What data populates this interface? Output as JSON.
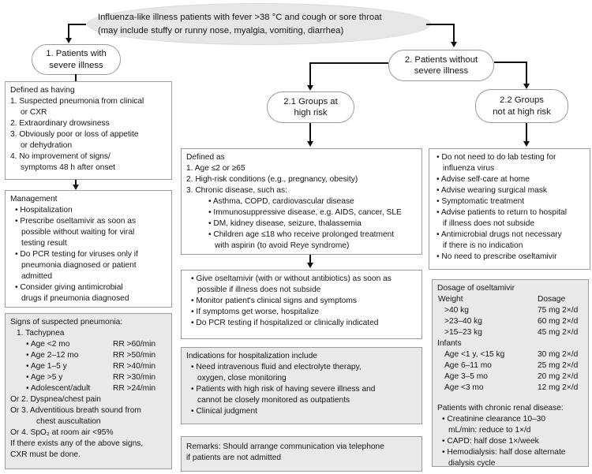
{
  "colors": {
    "box_gray": "#e9e9e9",
    "ellipse_gray": "#e6e6e6",
    "box_border": "#9c9c9c",
    "arrow": "#111111"
  },
  "nodes": {
    "root": {
      "line1": "Influenza-like illness patients with fever >38 °C and cough or sore throat",
      "line2": "(may include stuffy or runny nose, myalgia, vomiting, diarrhea)"
    },
    "severe": {
      "line1": "1. Patients with",
      "line2": "severe illness"
    },
    "not_severe": {
      "line1": "2. Patients without",
      "line2": "severe illness"
    },
    "high_risk": {
      "line1": "2.1  Groups at",
      "line2": "high risk"
    },
    "not_high_risk": {
      "line1": "2.2  Groups",
      "line2": "not at high risk"
    }
  },
  "boxes": {
    "severe_definition": {
      "items": [
        {
          "c": "t",
          "t": "Defined as having"
        },
        {
          "c": "n",
          "t": "1. Suspected pneumonia from clinical"
        },
        {
          "c": "nw",
          "t": "or CXR"
        },
        {
          "c": "n",
          "t": "2. Extraordinary drowsiness"
        },
        {
          "c": "n",
          "t": "3. Obviously poor or loss of appetite"
        },
        {
          "c": "nw",
          "t": "or dehydration"
        },
        {
          "c": "n",
          "t": "4. No improvement of signs/"
        },
        {
          "c": "nw",
          "t": "symptoms 48 h after onset"
        }
      ]
    },
    "management": {
      "items": [
        {
          "c": "t",
          "t": "Management"
        },
        {
          "c": "b",
          "t": "• Hospitalization"
        },
        {
          "c": "b",
          "t": "• Prescribe oseltamivir as soon as"
        },
        {
          "c": "bw",
          "t": "possible without waiting for viral"
        },
        {
          "c": "bw",
          "t": "testing result"
        },
        {
          "c": "b",
          "t": "• Do PCR testing for viruses only if"
        },
        {
          "c": "bw",
          "t": "pneumonia diagnosed or patient"
        },
        {
          "c": "bw",
          "t": "admitted"
        },
        {
          "c": "b",
          "t": "• Consider giving antimicrobial"
        },
        {
          "c": "bw",
          "t": "drugs if pneumonia diagnosed"
        }
      ]
    },
    "pneumonia_signs": {
      "items": [
        {
          "c": "t",
          "t": "Signs of suspected pneumonia:"
        },
        {
          "c": "n1",
          "t": "1. Tachypnea"
        },
        {
          "c": "row",
          "t": "• Age <2 mo",
          "v": "RR >60/min"
        },
        {
          "c": "row",
          "t": "• Age 2–12 mo",
          "v": "RR >50/min"
        },
        {
          "c": "row",
          "t": "• Age 1–5 y",
          "v": "RR >40/min"
        },
        {
          "c": "row",
          "t": "• Age >5 y",
          "v": "RR >30/min"
        },
        {
          "c": "row",
          "t": "• Adolescent/adult",
          "v": "RR >24/min"
        },
        {
          "c": "orn",
          "t": "Or 2. Dyspnea/chest pain"
        },
        {
          "c": "orn",
          "t": "Or 3. Adventitious breath sound from"
        },
        {
          "c": "ornw",
          "t": "chest auscultation"
        },
        {
          "c": "orn",
          "t": "Or 4. SpO₂ at room air <95%"
        },
        {
          "c": "t",
          "t": "If there exists any of the above signs,"
        },
        {
          "c": "t",
          "t": "CXR must be done."
        }
      ]
    },
    "high_risk_definition": {
      "items": [
        {
          "c": "t",
          "t": "Defined as"
        },
        {
          "c": "n",
          "t": "1. Age ≤2 or ≥65"
        },
        {
          "c": "n",
          "t": "2. High-risk conditions (e.g., pregnancy, obesity)"
        },
        {
          "c": "n",
          "t": "3. Chronic disease, such as:"
        },
        {
          "c": "b2",
          "t": "• Asthma, COPD, cardiovascular disease"
        },
        {
          "c": "b2",
          "t": "• Immunosuppressive disease, e.g. AIDS, cancer, SLE"
        },
        {
          "c": "b2",
          "t": "• DM, kidney disease, seizure, thalassemia"
        },
        {
          "c": "b2",
          "t": "• Children age ≤18 who receive prolonged treatment"
        },
        {
          "c": "b2w",
          "t": "with aspirin (to avoid Reye syndrome)"
        }
      ]
    },
    "high_risk_management": {
      "items": [
        {
          "c": "b",
          "t": "• Give oseltamivir (with or without antibiotics) as soon as"
        },
        {
          "c": "bw",
          "t": "possible if illness does not subside"
        },
        {
          "c": "b",
          "t": "• Monitor patient's clinical signs and symptoms"
        },
        {
          "c": "b",
          "t": "• If symptoms get worse, hospitalize"
        },
        {
          "c": "b",
          "t": "• Do PCR testing if hospitalized or clinically indicated"
        }
      ]
    },
    "hospitalization_indications": {
      "items": [
        {
          "c": "t",
          "t": "Indications for hospitalization include"
        },
        {
          "c": "b",
          "t": "• Need intravenous fluid and electrolyte therapy,"
        },
        {
          "c": "bw",
          "t": "oxygen, close monitoring"
        },
        {
          "c": "b",
          "t": "• Patients with high risk of having severe illness and"
        },
        {
          "c": "bw",
          "t": "cannot be closely monitored as outpatients"
        },
        {
          "c": "b",
          "t": "• Clinical judgment"
        }
      ]
    },
    "remarks": {
      "items": [
        {
          "c": "t",
          "t": "Remarks: Should arrange communication via telephone"
        },
        {
          "c": "t",
          "t": "if patients are not admitted"
        }
      ]
    },
    "not_high_risk_management": {
      "items": [
        {
          "c": "b",
          "t": "• Do not need to do lab testing for"
        },
        {
          "c": "bw",
          "t": "influenza virus"
        },
        {
          "c": "b",
          "t": "• Advise self-care at home"
        },
        {
          "c": "b",
          "t": "• Advise wearing surgical mask"
        },
        {
          "c": "b",
          "t": "• Symptomatic treatment"
        },
        {
          "c": "b",
          "t": "• Advise patients to return to hospital"
        },
        {
          "c": "bw",
          "t": "if illness does not subside"
        },
        {
          "c": "b",
          "t": "• Antimicrobial drugs not necessary"
        },
        {
          "c": "bw",
          "t": "if there is no indication"
        },
        {
          "c": "b",
          "t": "• No need to prescribe oseltamivir"
        }
      ]
    },
    "oseltamivir_dosage": {
      "items": [
        {
          "c": "t",
          "t": "Dosage of oseltamivir"
        },
        {
          "c": "rowh",
          "t": "Weight",
          "v": "Dosage"
        },
        {
          "c": "row",
          "t": ">40 kg",
          "v": "75 mg 2×/d"
        },
        {
          "c": "row",
          "t": ">23–40 kg",
          "v": "60 mg 2×/d"
        },
        {
          "c": "row",
          "t": ">15–23 kg",
          "v": "45 mg 2×/d"
        },
        {
          "c": "t",
          "t": "Infants"
        },
        {
          "c": "row",
          "t": "Age <1 y, <15 kg",
          "v": "30 mg 2×/d"
        },
        {
          "c": "row",
          "t": "Age 6–11 mo",
          "v": "25 mg 2×/d"
        },
        {
          "c": "row",
          "t": "Age 3–5 mo",
          "v": "20 mg 2×/d"
        },
        {
          "c": "row",
          "t": "Age <3 mo",
          "v": "12 mg 2×/d"
        },
        {
          "c": "gap",
          "t": ""
        },
        {
          "c": "t",
          "t": "Patients with chronic renal disease:"
        },
        {
          "c": "b",
          "t": "• Creatinine clearance 10–30"
        },
        {
          "c": "bw",
          "t": "mL/min: reduce to 1×/d"
        },
        {
          "c": "b",
          "t": "• CAPD: half dose 1×/week"
        },
        {
          "c": "b",
          "t": "• Hemodialysis: half dose alternate"
        },
        {
          "c": "bw",
          "t": "dialysis cycle"
        }
      ]
    }
  }
}
